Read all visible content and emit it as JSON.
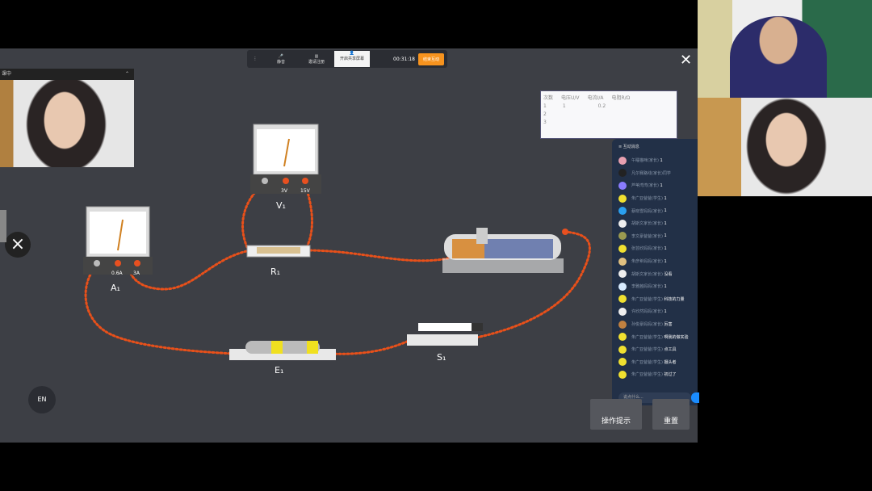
{
  "toolbar": {
    "items": [
      "静音",
      "邀请注册",
      "开启共享屏幕"
    ],
    "timer": "00:31:18",
    "end_label": "结束互动"
  },
  "left_video": {
    "title": "课中"
  },
  "table": {
    "headers": [
      "次数",
      "电压U/V",
      "电流I/A",
      "电阻R/Ω"
    ],
    "rows": [
      [
        "1",
        "1",
        "0.2"
      ],
      [
        "2"
      ],
      [
        "3"
      ]
    ]
  },
  "chat": {
    "title": "互动消息",
    "messages": [
      {
        "name": "午睡猫咪(家长)",
        "text": "1",
        "color": "#e8a0b0"
      },
      {
        "name": "凡尔赛路线(家长)同学",
        "text": "",
        "color": "#222"
      },
      {
        "name": "芦苇湾湾(家长)",
        "text": "1",
        "color": "#8a7cff"
      },
      {
        "name": "朱广亚爸爸(学生)",
        "text": "1",
        "color": "#f0e030"
      },
      {
        "name": "蔡晓雪妈妈(家长)",
        "text": "1",
        "color": "#2aa0f0"
      },
      {
        "name": "胡斯文家长(家长)",
        "text": "1",
        "color": "#eee"
      },
      {
        "name": "李文豪爸爸(家长)",
        "text": "1",
        "color": "#9a9a50"
      },
      {
        "name": "张芸欣妈妈(家长)",
        "text": "1",
        "color": "#f0e030"
      },
      {
        "name": "朱彦希妈妈(家长)",
        "text": "1",
        "color": "#e0c080"
      },
      {
        "name": "胡斯文家长(家长)",
        "text": "没看",
        "color": "#eee"
      },
      {
        "name": "李雅茜妈妈(家长)",
        "text": "1",
        "color": "#d8ecff"
      },
      {
        "name": "朱广亚爸爸(学生)",
        "text": "科技的力量",
        "color": "#f0e030"
      },
      {
        "name": "许欣然妈妈(家长)",
        "text": "1",
        "color": "#eee"
      },
      {
        "name": "孙俊豪妈妈(家长)",
        "text": "厉害",
        "color": "#c08040"
      },
      {
        "name": "朱广亚爸爸(学生)",
        "text": "啊我的做实验",
        "color": "#f0e030"
      },
      {
        "name": "朱广亚爸爸(学生)",
        "text": "点工具",
        "color": "#f0e030"
      },
      {
        "name": "朱广亚爸爸(学生)",
        "text": "摄头者",
        "color": "#f0e030"
      },
      {
        "name": "朱广亚爸爸(学生)",
        "text": "初过了",
        "color": "#f0e030"
      }
    ],
    "input_placeholder": "说点什么..."
  },
  "buttons": {
    "hint": "操作提示",
    "reset": "重置"
  },
  "lang_button": "EN",
  "circuit": {
    "labels": {
      "ammeter": "A₁",
      "voltmeter": "V₁",
      "resistor": "R₁",
      "battery": "E₁",
      "switch": "S₁"
    },
    "ammeter_ranges": [
      "0.6A",
      "3A"
    ],
    "voltmeter_ranges": [
      "3V",
      "15V"
    ]
  },
  "colors": {
    "wire": "#e8501a",
    "accent": "#f7931e"
  }
}
